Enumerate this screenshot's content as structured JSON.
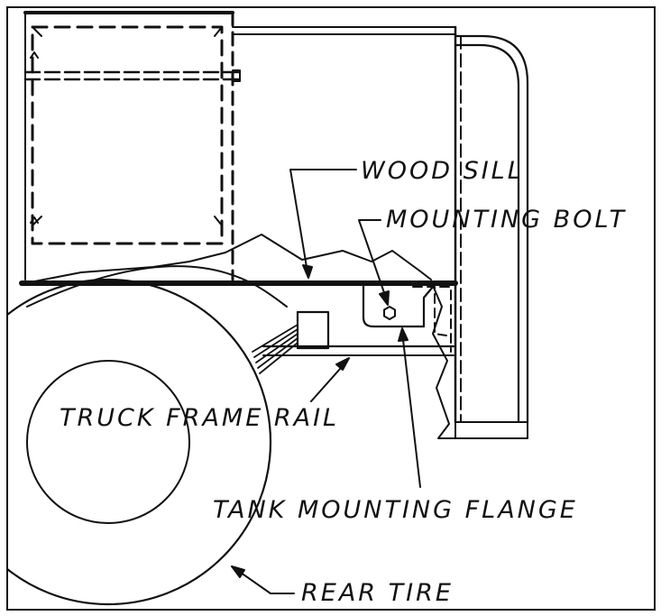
{
  "diagram": {
    "labels": {
      "wood_sill": "WOOD SILL",
      "mounting_bolt": "MOUNTING BOLT",
      "truck_frame_rail": "TRUCK FRAME RAIL",
      "tank_mounting_flange": "TANK MOUNTING FLANGE",
      "rear_tire": "REAR TIRE"
    },
    "colors": {
      "line": "#111111",
      "background": "#ffffff"
    }
  }
}
